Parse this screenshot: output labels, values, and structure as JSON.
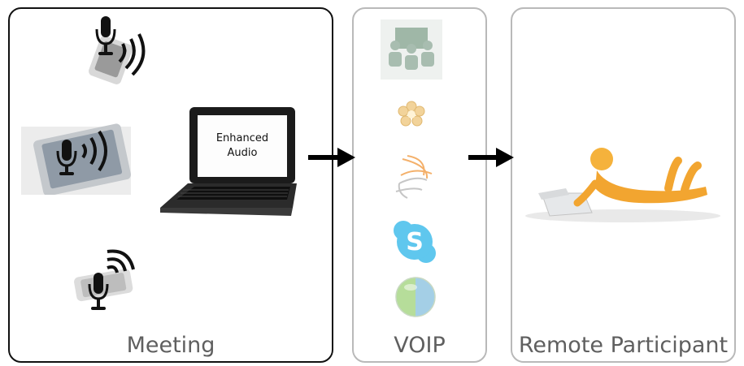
{
  "panels": {
    "meeting": {
      "label": "Meeting"
    },
    "voip": {
      "label": "VOIP"
    },
    "remote": {
      "label": "Remote Participant"
    }
  },
  "laptop": {
    "line1": "Enhanced",
    "line2": "Audio"
  },
  "icons": {
    "meeting": [
      "mic-phone-icon",
      "mic-tablet-icon",
      "mic-phone-icon",
      "laptop-icon"
    ],
    "voip": [
      "meeting-room-icon",
      "flower-icon",
      "sharepoint-icon",
      "skype-icon",
      "globe-icon"
    ],
    "remote": [
      "person-with-laptop-icon"
    ],
    "connectors": [
      "arrow-right-icon",
      "arrow-right-icon"
    ]
  },
  "colors": {
    "meeting_border": "#111111",
    "other_border": "#b9b9b9",
    "label": "#5f5f5f"
  }
}
